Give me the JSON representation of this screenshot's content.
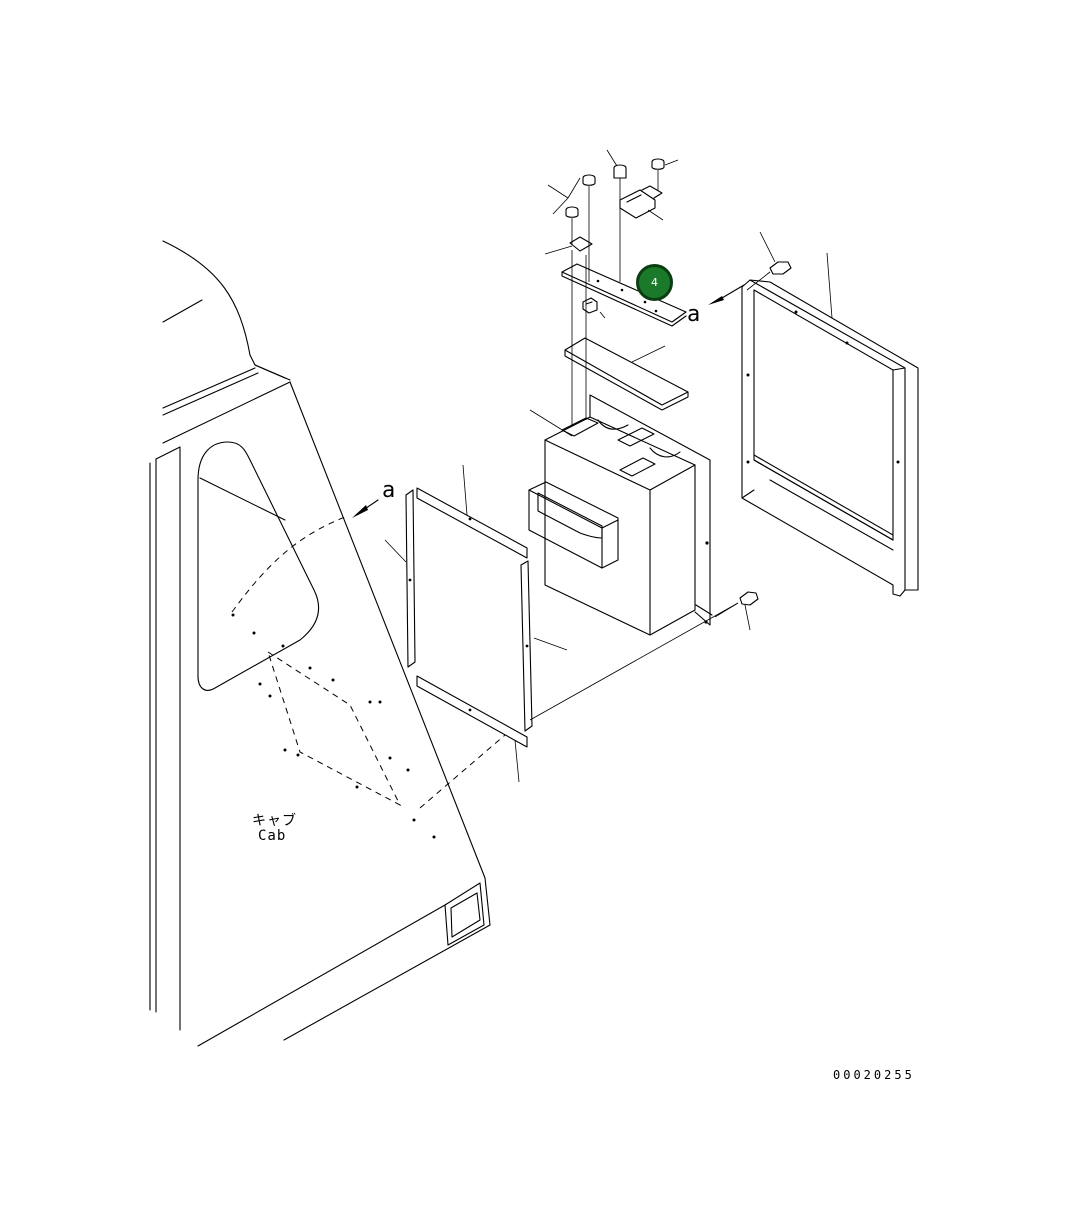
{
  "callout": {
    "label": "4",
    "color": "#1b7a2a"
  },
  "connection_marks": {
    "left": "a",
    "right": "a"
  },
  "cab_label": {
    "japanese": "キャブ",
    "english": "Cab"
  },
  "drawing_number": "00020255"
}
